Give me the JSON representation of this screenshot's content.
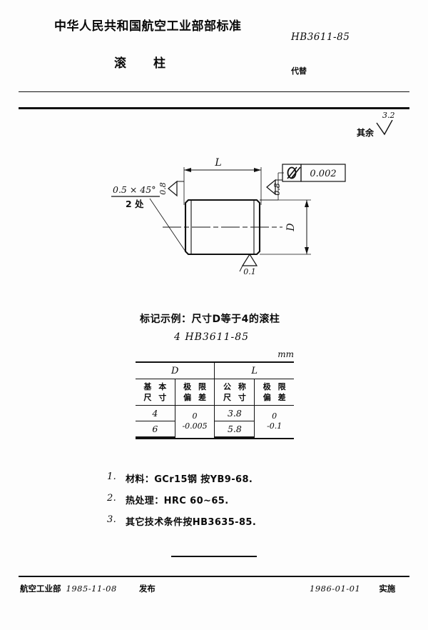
{
  "header": {
    "ministry_title": "中华人民共和国航空工业部部标准",
    "standard_number": "HB3611-85",
    "part_title": "滚柱",
    "replaces_label": "代替"
  },
  "surface_note": {
    "label": "其余",
    "roughness": "3.2"
  },
  "drawing": {
    "dim_length": "L",
    "dim_diameter": "D",
    "chamfer_spec": "0.5 × 45°",
    "chamfer_places": "2 处",
    "roughness_end_left": "0.8",
    "roughness_end_right": "0.8",
    "roughness_cyl": "0.1",
    "gdt_symbol": "cylindricity-icon",
    "gdt_value": "0.002"
  },
  "marking": {
    "line1": "标记示例：尺寸D等于4的滚柱",
    "line2": "4   HB3611-85"
  },
  "table": {
    "unit": "mm",
    "group_headers": [
      "D",
      "L"
    ],
    "column_headers": [
      {
        "top": "基 本",
        "bottom": "尺 寸"
      },
      {
        "top": "极 限",
        "bottom": "偏 差"
      },
      {
        "top": "公 称",
        "bottom": "尺 寸"
      },
      {
        "top": "极 限",
        "bottom": "偏 差"
      }
    ],
    "rows": [
      {
        "d_basic": "4",
        "l_nominal": "3.8"
      },
      {
        "d_basic": "6",
        "l_nominal": "5.8"
      }
    ],
    "d_deviation": {
      "upper": "0",
      "lower": "-0.005"
    },
    "l_deviation": {
      "upper": "0",
      "lower": "-0.1"
    }
  },
  "notes": [
    {
      "num": "1.",
      "text": "材料：GCr15钢 按YB9-68."
    },
    {
      "num": "2.",
      "text": "热处理：HRC 60~65."
    },
    {
      "num": "3.",
      "text": "其它技术条件按HB3635-85."
    }
  ],
  "footer": {
    "issuer": "航空工业部",
    "issue_date": "1985-11-08",
    "issue_action": "发布",
    "effective_date": "1986-01-01",
    "effective_action": "实施"
  }
}
